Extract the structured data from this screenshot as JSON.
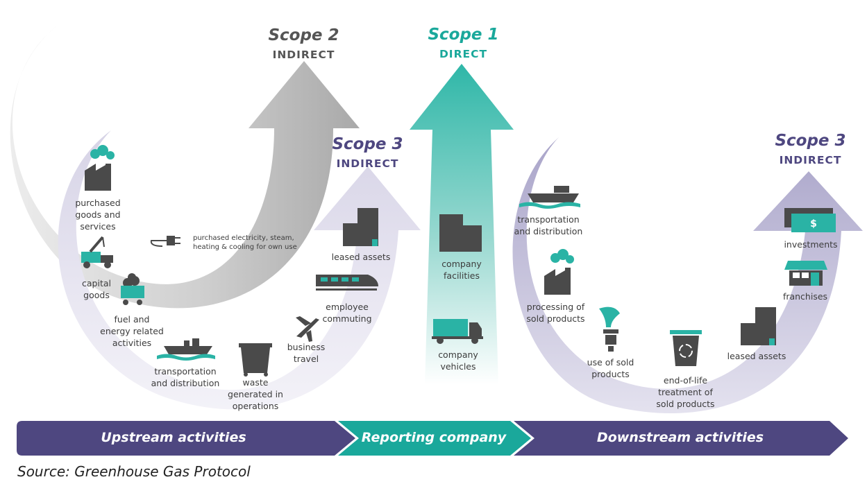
{
  "scope2": {
    "title": "Scope 2",
    "subtitle": "INDIRECT",
    "color": "#555555"
  },
  "scope1": {
    "title": "Scope 1",
    "subtitle": "DIRECT",
    "color": "#1aa89b"
  },
  "scope3_up": {
    "title": "Scope 3",
    "subtitle": "INDIRECT",
    "color": "#4e4780"
  },
  "scope3_down": {
    "title": "Scope 3",
    "subtitle": "INDIRECT",
    "color": "#4e4780"
  },
  "labels": {
    "purchased_goods": "purchased\ngoods and\nservices",
    "electricity": "purchased electricity, steam,\nheating & cooling for own use",
    "capital_goods": "capital\ngoods",
    "fuel_energy": "fuel and\nenergy related\nactivities",
    "up_transport": "transportation\nand distribution",
    "waste": "waste\ngenerated in\noperations",
    "business_travel": "business\ntravel",
    "employee_commuting": "employee\ncommuting",
    "up_leased_assets": "leased assets",
    "company_facilities": "company\nfacilities",
    "company_vehicles": "company\nvehicles",
    "down_transport": "transportation\nand distribution",
    "processing": "processing of\nsold products",
    "use_of_sold": "use of sold\nproducts",
    "end_of_life": "end-of-life\ntreatment of\nsold products",
    "down_leased_assets": "leased assets",
    "franchises": "franchises",
    "investments": "investments"
  },
  "band": {
    "upstream": "Upstream activities",
    "reporting": "Reporting company",
    "downstream": "Downstream activities"
  },
  "source": "Source: Greenhouse Gas Protocol",
  "colors": {
    "purple": "#4e4780",
    "teal": "#1aa89b",
    "grey": "#b9b9b9",
    "icon_dark": "#4a4a4a",
    "icon_teal": "#2ab3a5"
  }
}
